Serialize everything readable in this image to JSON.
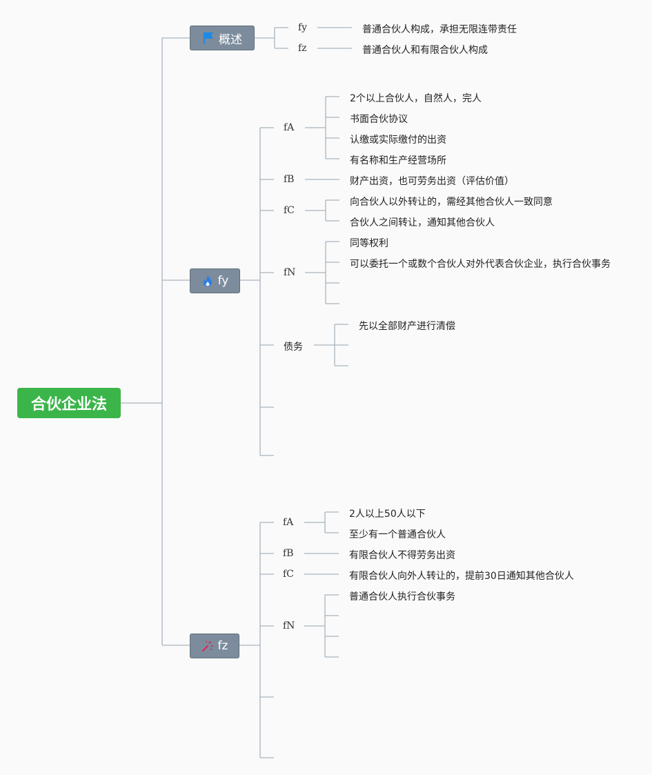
{
  "root": {
    "label": "合伙企业法"
  },
  "overview": {
    "label": "概述",
    "icon": "flag-icon",
    "items": [
      {
        "key": "fy",
        "text": "普通合伙人构成，承担无限连带责任"
      },
      {
        "key": "fz",
        "text": "普通合伙人和有限合伙人构成"
      }
    ]
  },
  "fy": {
    "label": "fy",
    "icon": "flame-icon",
    "fA": {
      "label": "fA",
      "items": [
        "2个以上合伙人，自然人，完人",
        "书面合伙协议",
        "认缴或实际缴付的出资",
        "有名称和生产经营场所"
      ]
    },
    "fB": {
      "label": "fB",
      "text": "财产出资，也可劳务出资（评估价值）"
    },
    "fC": {
      "label": "fC",
      "items": [
        "向合伙人以外转让的，需经其他合伙人一致同意",
        "合伙人之间转让，通知其他合伙人"
      ]
    },
    "fN": {
      "label": "fN",
      "items": [
        "同等权利",
        "可以委托一个或数个合伙人对外代表合伙企业，执行合伙事务"
      ]
    },
    "debt": {
      "label": "债务",
      "items": [
        "先以全部财产进行清偿"
      ]
    }
  },
  "fz": {
    "label": "fz",
    "icon": "sparkle-icon",
    "fA": {
      "label": "fA",
      "items": [
        "2人以上50人以下",
        "至少有一个普通合伙人"
      ]
    },
    "fB": {
      "label": "fB",
      "text": "有限合伙人不得劳务出资"
    },
    "fC": {
      "label": "fC",
      "text": "有限合伙人向外人转让的，提前30日通知其他合伙人"
    },
    "fN": {
      "label": "fN",
      "items": [
        "普通合伙人执行合伙事务"
      ]
    }
  },
  "colors": {
    "root": "#3bb54a",
    "main": "#7c8c9c",
    "line": "#a9b3bd",
    "flag": "#1e88e5",
    "flame": "#2b7de9",
    "sparkle": "#e0245e"
  }
}
